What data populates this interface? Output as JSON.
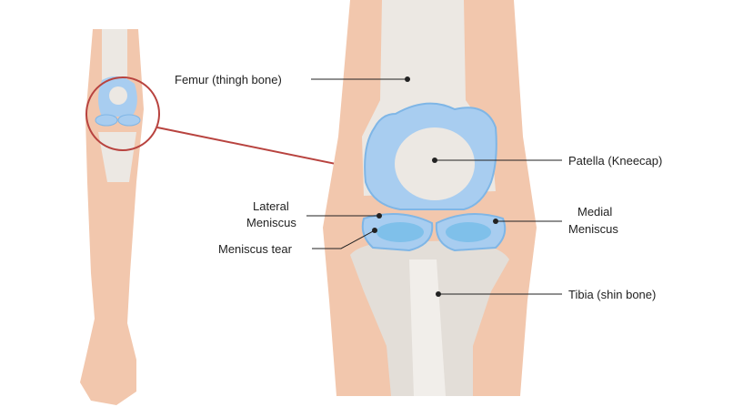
{
  "labels": {
    "femur": "Femur (thingh bone)",
    "patella": "Patella (Kneecap)",
    "lateral_1": "Lateral",
    "lateral_2": "Meniscus",
    "medial_1": "Medial",
    "medial_2": "Meniscus",
    "tear": "Meniscus tear",
    "tibia": "Tibia (shin bone)"
  },
  "colors": {
    "skin": "#f2c7ad",
    "bone": "#ece8e3",
    "cartilage": "#a8cdf0",
    "cartilage_dark": "#7fb6e6",
    "circle": "#b8433f"
  }
}
